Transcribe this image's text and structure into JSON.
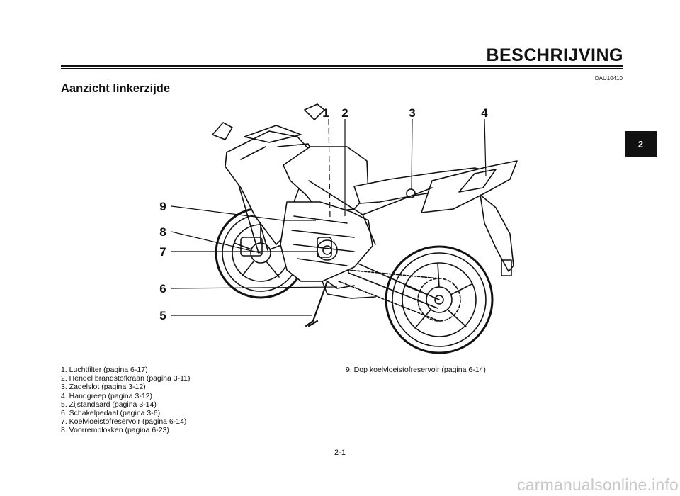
{
  "header": {
    "title": "BESCHRIJVING",
    "ref_code": "DAU10410",
    "section_heading": "Aanzicht linkerzijde"
  },
  "chapter_tab": "2",
  "callouts": [
    "1",
    "2",
    "3",
    "4",
    "5",
    "6",
    "7",
    "8",
    "9"
  ],
  "legend": {
    "left": [
      "1. Luchtfilter (pagina 6-17)",
      "2. Hendel brandstofkraan (pagina 3-11)",
      "3. Zadelslot (pagina 3-12)",
      "4. Handgreep (pagina 3-12)",
      "5. Zijstandaard (pagina 3-14)",
      "6. Schakelpedaal (pagina 3-6)",
      "7. Koelvloeistofreservoir (pagina 6-14)",
      "8. Voorremblokken (pagina 6-23)"
    ],
    "right": [
      "9. Dop koelvloeistofreservoir (pagina 6-14)"
    ]
  },
  "page_number": "2-1",
  "watermark": "carmanualsonline.info"
}
